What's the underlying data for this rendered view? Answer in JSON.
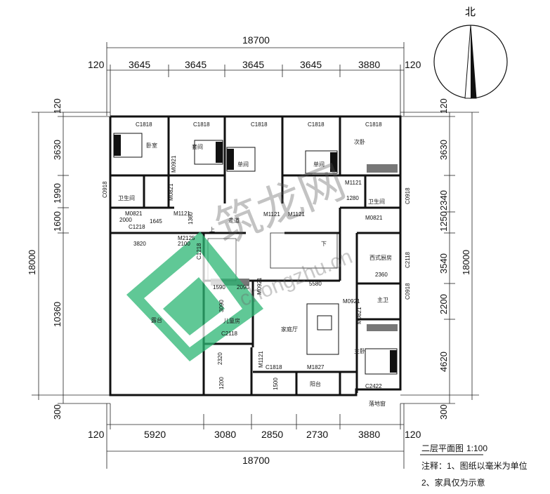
{
  "compass": {
    "label": "北"
  },
  "dims": {
    "top_total": "18700",
    "top": [
      "120",
      "3645",
      "3645",
      "3645",
      "3645",
      "3880",
      "120"
    ],
    "bottom_total": "18700",
    "bottom": [
      "120",
      "5920",
      "3080",
      "2850",
      "2730",
      "3880",
      "120"
    ],
    "left_total": "18000",
    "left": [
      "120",
      "3630",
      "1990",
      "1600",
      "10360",
      "300"
    ],
    "right_total": "18000",
    "right": [
      "120",
      "3630",
      "2340",
      "1250",
      "3540",
      "2200",
      "4620",
      "300"
    ]
  },
  "rooms": [
    "卧室",
    "套间",
    "单间",
    "单间",
    "次卧",
    "卫生间",
    "卫生间",
    "走道",
    "西式厨房",
    "主卫",
    "家庭厅",
    "儿童房",
    "露台",
    "主卧",
    "阳台",
    "落地窗",
    "下",
    "上"
  ],
  "codes": [
    "C1818",
    "C1818",
    "C1818",
    "C1818",
    "C1818",
    "M0921",
    "C0918",
    "M0821",
    "M0821",
    "M1121",
    "2000",
    "1645",
    "1360",
    "C1218",
    "M1121",
    "M1121",
    "M1121",
    "1280",
    "C0918",
    "M0821",
    "M2125",
    "2100",
    "3820",
    "C1218",
    "C2118",
    "2360",
    "5580",
    "1590",
    "2090",
    "M0921",
    "C0918",
    "M0921",
    "M0821",
    "3090",
    "C2118",
    "2320",
    "M1121",
    "C1818",
    "M1827",
    "1500",
    "1200",
    "C2422"
  ],
  "watermark": {
    "cn": "筑龙网",
    "pinyin": "chongzhu.cn"
  },
  "notes": {
    "title": "二层平面图",
    "scale": "1:100",
    "line1": "注释：1、图纸以毫米为单位",
    "line2": "2、家具仅为示意"
  }
}
